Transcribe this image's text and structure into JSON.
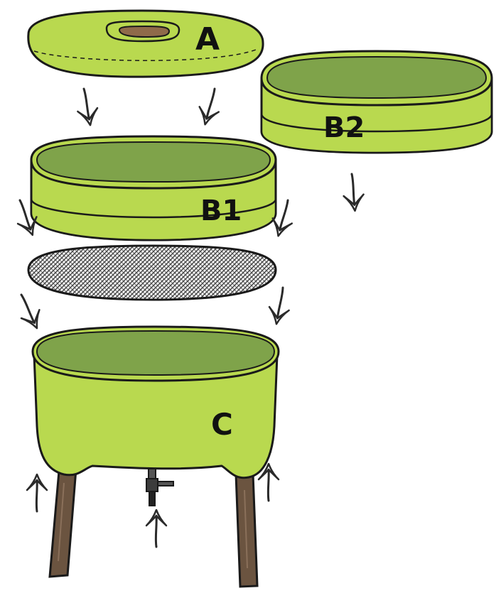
{
  "labels": {
    "lid": "A",
    "tray_upper": "B2",
    "tray_lower": "B1",
    "base": "C"
  },
  "components": {
    "lid": "lid",
    "tray_upper": "tray",
    "tray_lower": "tray",
    "mesh": "mesh",
    "base": "base",
    "tap": "tap",
    "legs": "legs"
  },
  "colors": {
    "plastic": "#b9d94f",
    "plastic_inner": "#7fa34a",
    "plastic_shadow": "#9fc13f",
    "handle": "#8f6a4a",
    "wood": "#6b5440",
    "wood_light": "#8a705a",
    "mesh": "#5a5a5a",
    "outline": "#1a1a1a",
    "arrow": "#2a2a2a"
  },
  "icons": {
    "arrow": "hand-drawn-down-arrow",
    "arrow_up": "hand-drawn-up-arrow"
  }
}
